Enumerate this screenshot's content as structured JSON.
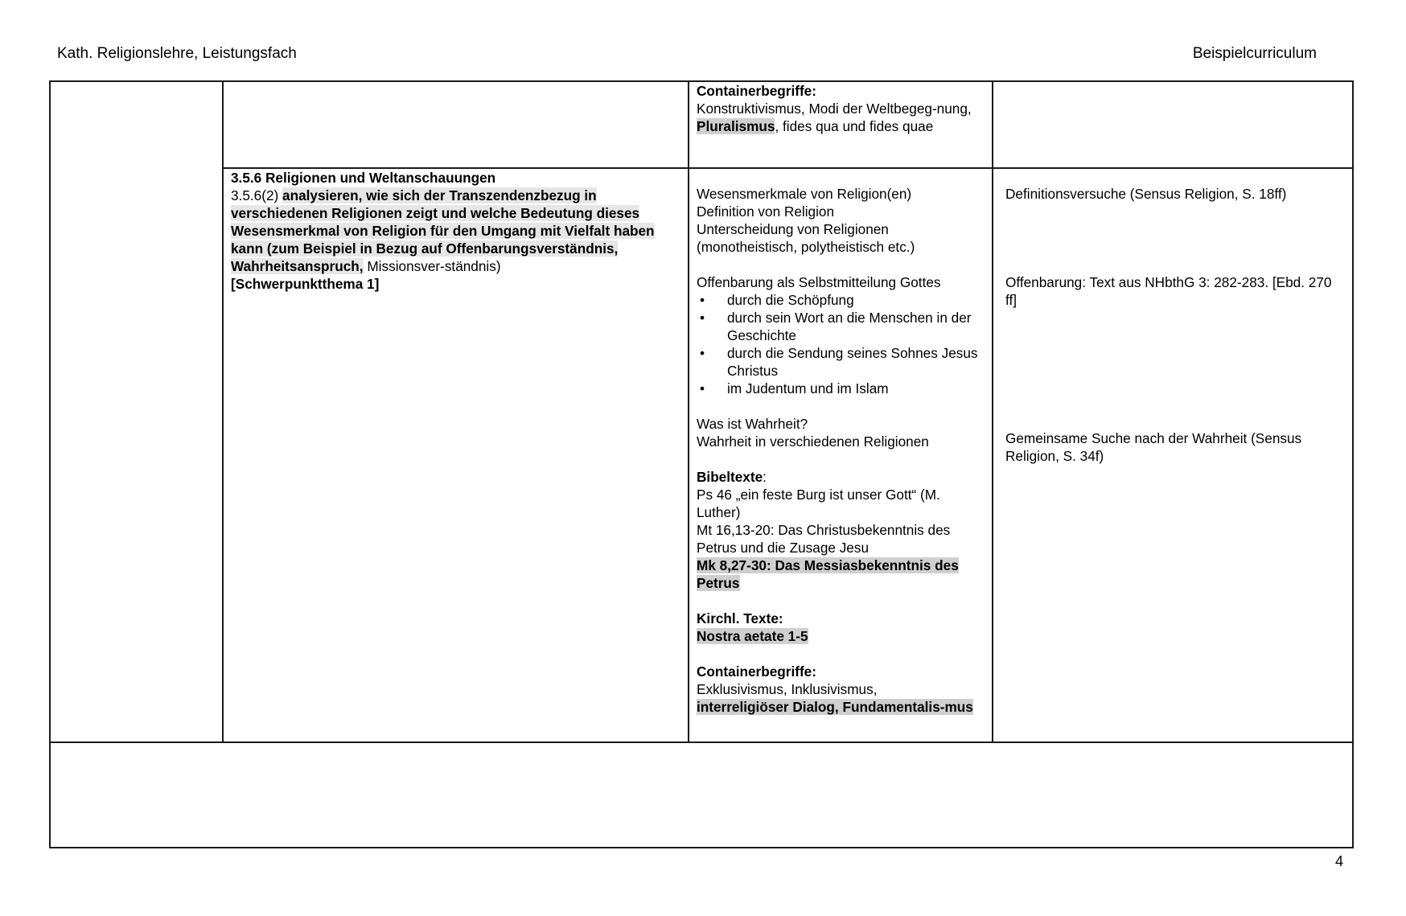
{
  "header": {
    "left": "Kath. Religionslehre, Leistungsfach",
    "right": "Beispielcurriculum"
  },
  "footer": {
    "page_number": "4"
  },
  "row1": {
    "col3": {
      "heading": "Containerbegriffe:",
      "text_a": "Konstruktivismus, Modi der Weltbegeg-nung, ",
      "text_highlight": "Pluralismus",
      "text_b": ", fides qua und fides quae"
    }
  },
  "row2": {
    "col2": {
      "heading": "3.5.6 Religionen und Weltanschauungen",
      "code": "3.5.6(2) ",
      "competence_highlight": "analysieren, wie sich der Transzendenzbezug in verschiedenen Religionen zeigt und welche Bedeutung dieses Wesensmerkmal von Religion für den Umgang mit Vielfalt haben kann (zum Beispiel in Bezug auf Offenbarungsverständnis, Wahrheitsanspruch,",
      "competence_rest": " Missionsver-ständnis)",
      "focus_tag": "[Schwerpunktthema 1]"
    },
    "col3": {
      "block1": [
        "Wesensmerkmale von Religion(en)",
        "Definition von Religion",
        "Unterscheidung von Religionen",
        "(monotheistisch, polytheistisch etc.)"
      ],
      "block2_title": "Offenbarung als Selbstmitteilung Gottes",
      "block2_bullets": [
        "durch die Schöpfung",
        "durch sein Wort an die Menschen in der Geschichte",
        "durch die Sendung seines Sohnes Jesus Christus",
        "im Judentum und im Islam"
      ],
      "block3": [
        "Was ist Wahrheit?",
        "Wahrheit in verschiedenen Religionen"
      ],
      "bible_heading": "Bibeltexte",
      "bible_colon": ":",
      "bible_texts": [
        "Ps 46 „ein feste Burg ist unser Gott“ (M. Luther)",
        "Mt 16,13-20: Das Christusbekenntnis des Petrus und die Zusage Jesu"
      ],
      "bible_highlight": "Mk 8,27-30: Das Messiasbekenntnis des Petrus",
      "church_heading": "Kirchl. Texte:",
      "church_highlight": "Nostra aetate 1-5",
      "container_heading": "Containerbegriffe:",
      "container_plain": "Exklusivismus, Inklusivismus,",
      "container_highlight": "interreligiöser Dialog, Fundamentalis-mus"
    },
    "col4": {
      "note1": "Definitionsversuche (Sensus Religion, S. 18ff)",
      "note2": "Offenbarung: Text aus NHbthG 3: 282-283.  [Ebd. 270 ff]",
      "note3": "Gemeinsame Suche nach der Wahrheit (Sensus Religion, S. 34f)"
    }
  },
  "colors": {
    "highlight_strong": "#cfcfcf",
    "highlight_light": "#e6e6e6",
    "border": "#1a1a1a"
  }
}
